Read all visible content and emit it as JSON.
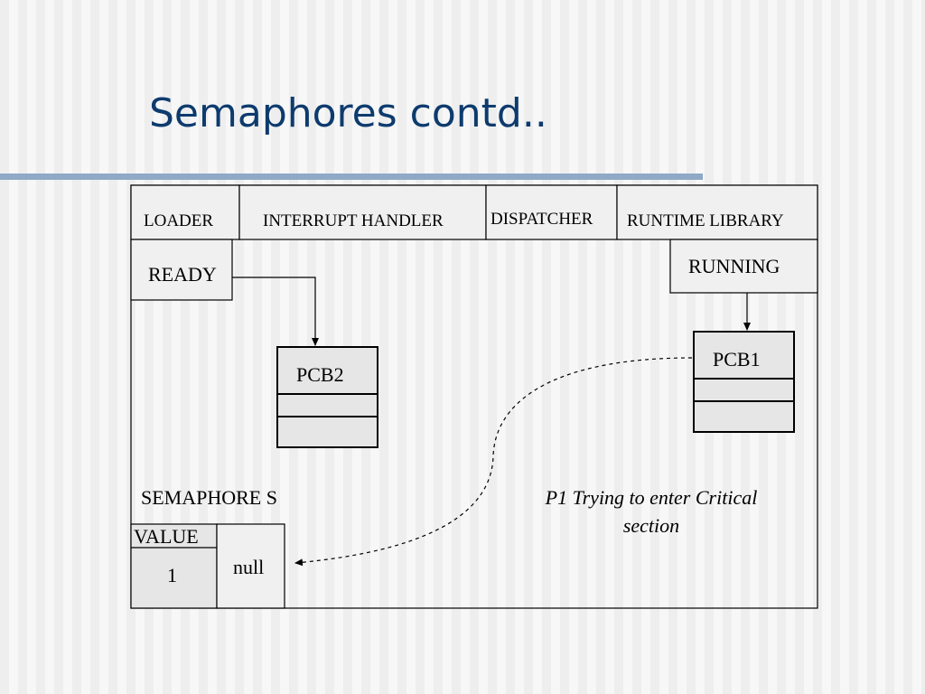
{
  "slide": {
    "title": "Semaphores contd.."
  },
  "header_cells": {
    "loader": "LOADER",
    "interrupt_handler": "INTERRUPT HANDLER",
    "dispatcher": "DISPATCHER",
    "runtime_library": "RUNTIME LIBRARY"
  },
  "queues": {
    "ready": "READY",
    "running": "RUNNING"
  },
  "pcbs": {
    "pcb2": "PCB2",
    "pcb1": "PCB1"
  },
  "semaphore": {
    "title": "SEMAPHORE S",
    "value_header": "VALUE",
    "value": "1",
    "queue_pointer": "null"
  },
  "annotation": {
    "line1": "P1 Trying to enter Critical",
    "line2": "section"
  },
  "colors": {
    "title": "#0d3b6e",
    "rule": "#8fa9c6",
    "box_fill": "#e6e6e6",
    "stroke": "#000000"
  }
}
